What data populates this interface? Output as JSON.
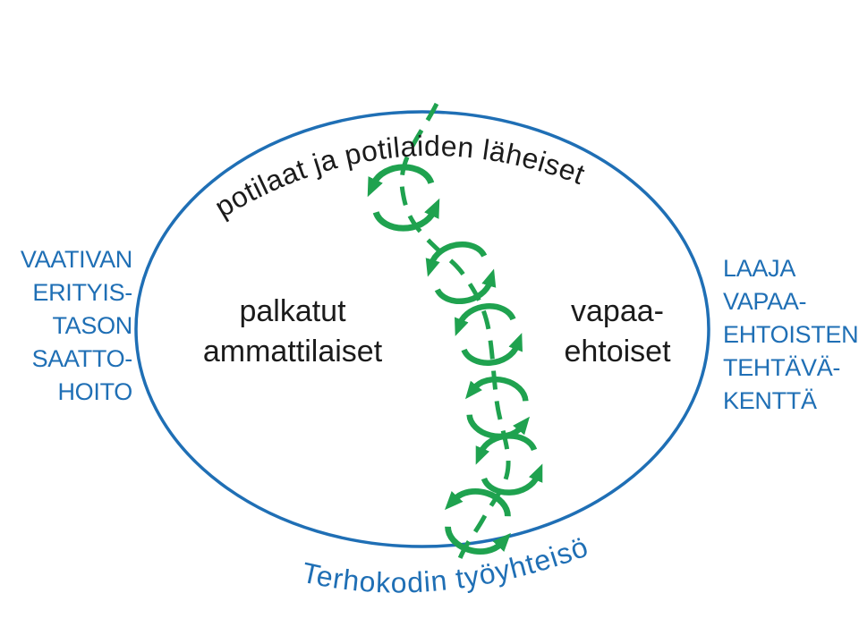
{
  "diagram": {
    "title_arc": {
      "label": "potilaat ja potilaiden läheiset"
    },
    "bottom_arc": {
      "label": "Terhokodin työyhteisö"
    },
    "left_label": {
      "lines": [
        "VAATIVAN",
        "ERITYIS-",
        "TASON",
        "SAATTO-",
        "HOITO"
      ]
    },
    "right_label": {
      "lines": [
        "LAAJA",
        "VAPAA-",
        "EHTOISTEN",
        "TEHTÄVÄ-",
        "KENTTÄ"
      ]
    },
    "inner_left": {
      "lines": [
        "palkatut",
        "ammattilaiset"
      ]
    },
    "inner_right": {
      "lines": [
        "vapaa-",
        "ehtoiset"
      ]
    },
    "divider": {
      "type": "dashed-line-with-rotation-arrows",
      "rotation_marker_count": 6,
      "direction": "top-to-bottom"
    },
    "colors": {
      "blue": "#1F6FB5",
      "green": "#1FA24F",
      "text": "#1B1B1B",
      "background": "#FFFFFF"
    }
  }
}
